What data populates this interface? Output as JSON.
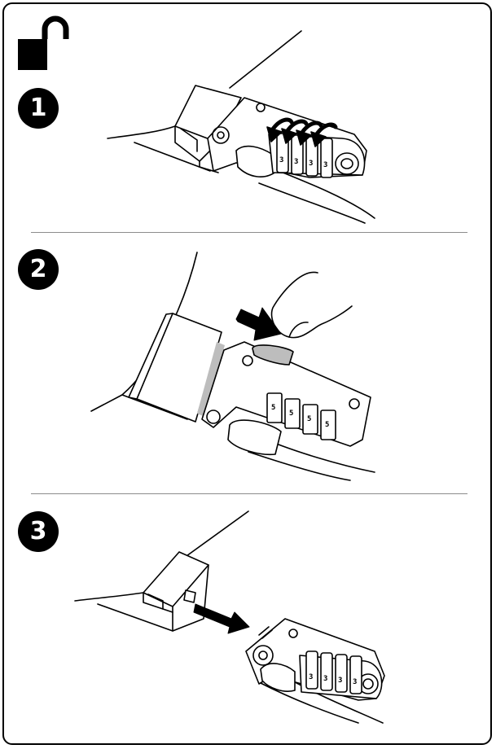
{
  "steps": [
    {
      "number": "1"
    },
    {
      "number": "2"
    },
    {
      "number": "3"
    }
  ],
  "dial": {
    "digits_step1": [
      "3",
      "3",
      "3",
      "3"
    ],
    "digits_step2": [
      "5",
      "5",
      "5",
      "5"
    ],
    "digits_step3": [
      "3",
      "3",
      "3",
      "3"
    ]
  },
  "colors": {
    "ink": "#000000",
    "divider": "#8c8c8c",
    "highlight": "#bdbdbd"
  },
  "icons": {
    "header": "unlocked-padlock-icon",
    "arrows_step1": "rotate-arrow-icon",
    "arrow_step2": "push-arrow-icon",
    "arrow_step3": "pull-arrow-icon"
  }
}
